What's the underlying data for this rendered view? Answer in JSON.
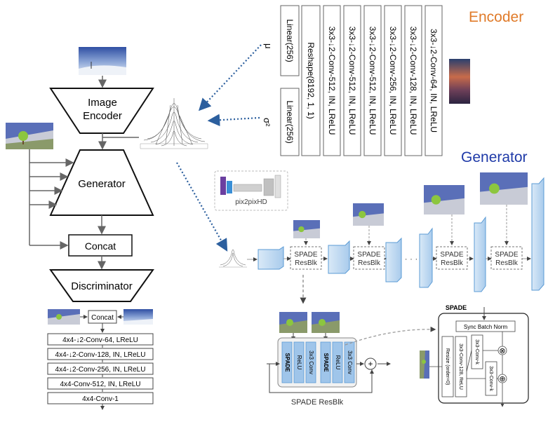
{
  "titles": {
    "encoder": "Encoder",
    "generator": "Generator"
  },
  "left_pipeline": {
    "image_encoder": [
      "Image",
      "Encoder"
    ],
    "generator": "Generator",
    "concat": "Concat",
    "discriminator": "Discriminator"
  },
  "discriminator_detail": {
    "concat": "Concat",
    "layers": [
      "4x4-↓2-Conv-64, LReLU",
      "4x4-↓2-Conv-128, IN, LReLU",
      "4x4-↓2-Conv-256, IN, LReLU",
      "4x4-Conv-512, IN, LReLU",
      "4x4-Conv-1"
    ]
  },
  "encoder_detail": {
    "conv_layers": [
      "3x3-↓2-Conv-64, IN, LReLU",
      "3x3-↓2-Conv-128, IN, LReLU",
      "3x3-↓2-Conv-256, IN, LReLU",
      "3x3-↓2-Conv-512, IN, LReLU",
      "3x3-↓2-Conv-512, IN, LReLU",
      "3x3-↓2-Conv-512, IN, LReLU"
    ],
    "reshape": "Reshape(8192, 1, 1)",
    "linear_mu": "Linear(256)",
    "linear_sigma": "Linear(256)",
    "mu_symbol": "μ",
    "sigma_symbol": "σ²"
  },
  "generator_detail": {
    "pix2pixhd_label": "pix2pixHD",
    "spade_resblk": [
      "SPADE",
      "ResBlk"
    ],
    "dots": "· · ·"
  },
  "resblk_detail": {
    "label": "SPADE ResBlk",
    "layers": [
      "SPADE",
      "ReLU",
      "3x3 Conv",
      "SPADE",
      "ReLU",
      "3x3 Conv"
    ]
  },
  "spade_detail": {
    "title": "SPADE",
    "sync_bn": "Sync Batch Norm",
    "resize": "Resize (order=0)",
    "conv128": "3x3-Conv-128, ReLU",
    "convk_a": "3x3-Conv-k",
    "convk_b": "3x3-Conv-k",
    "mult": "⊗",
    "plus": "⊕"
  },
  "colors": {
    "encoder_title": "#e07b2a",
    "generator_title": "#1f3aa8",
    "arrow_blue": "#2c5f9e",
    "block_fill": "#c5ddf2",
    "block_edge": "#5b9bd5"
  }
}
